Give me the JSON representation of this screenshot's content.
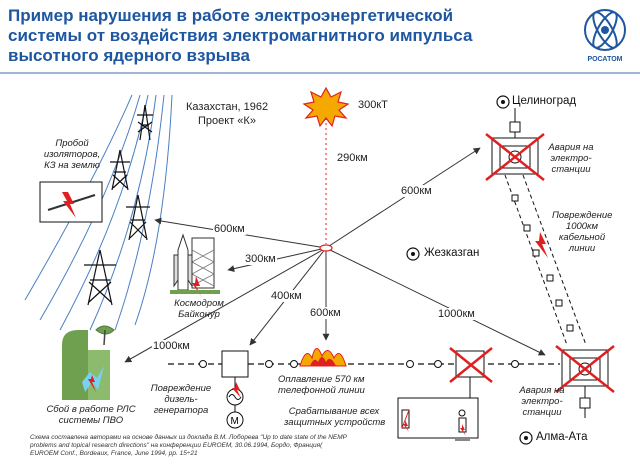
{
  "title": {
    "line1": "Пример нарушения в работе электроэнергетической",
    "line2": "системы от воздействия электромагнитного импульса",
    "line3": "высотного ядерного взрыва"
  },
  "logo": {
    "text": "РОСАТОМ"
  },
  "event": {
    "place": "Казахстан, 1962",
    "project": "Проект «К»",
    "yield": "300кТ",
    "altitude": "290км"
  },
  "distances": {
    "lines": "600км",
    "baikonur": "300км",
    "dg": "400км",
    "down": "600км",
    "pvo": "1000км",
    "tselinograd": "600км",
    "almaata": "1000км"
  },
  "cities": {
    "tselinograd": "Целиноград",
    "zhezkazgan": "Жезказган",
    "almaata": "Алма-Ата"
  },
  "labels": {
    "insulators": [
      "Пробой",
      "изоляторов,",
      "КЗ на землю"
    ],
    "baikonur": [
      "Космодром",
      "Байконур"
    ],
    "pvo": [
      "Сбой в работе РЛС",
      "системы ПВО"
    ],
    "diesel": [
      "Повреждение",
      "дизель-",
      "генератора"
    ],
    "melting": [
      "Оплавление 570 км",
      "телефонной линии"
    ],
    "protective": [
      "Срабатывание всех",
      "защитных устройств"
    ],
    "plant_top": [
      "Авария на",
      "электро-",
      "станции"
    ],
    "cable": [
      "Повреждение",
      "1000км",
      "кабельной",
      "линии"
    ],
    "plant_bottom": [
      "Авария на",
      "электро-",
      "станции"
    ]
  },
  "footnote": [
    "Схема составлена авторами на основе данных из доклада В.М. Лоборева \"Up to date state of the NEMP",
    "problems and topical research directions\" на конференции EUROEM, 30.06.1994, Бордо, Франция(",
    "EUROEM Conf., Bordeaux, France, June 1994, pp. 15÷21"
  ],
  "colors": {
    "title": "#1e56a0",
    "accent_red": "#e02020",
    "burst": "#f5a800",
    "line_blue": "#2f6db5",
    "green": "#6fa050"
  }
}
